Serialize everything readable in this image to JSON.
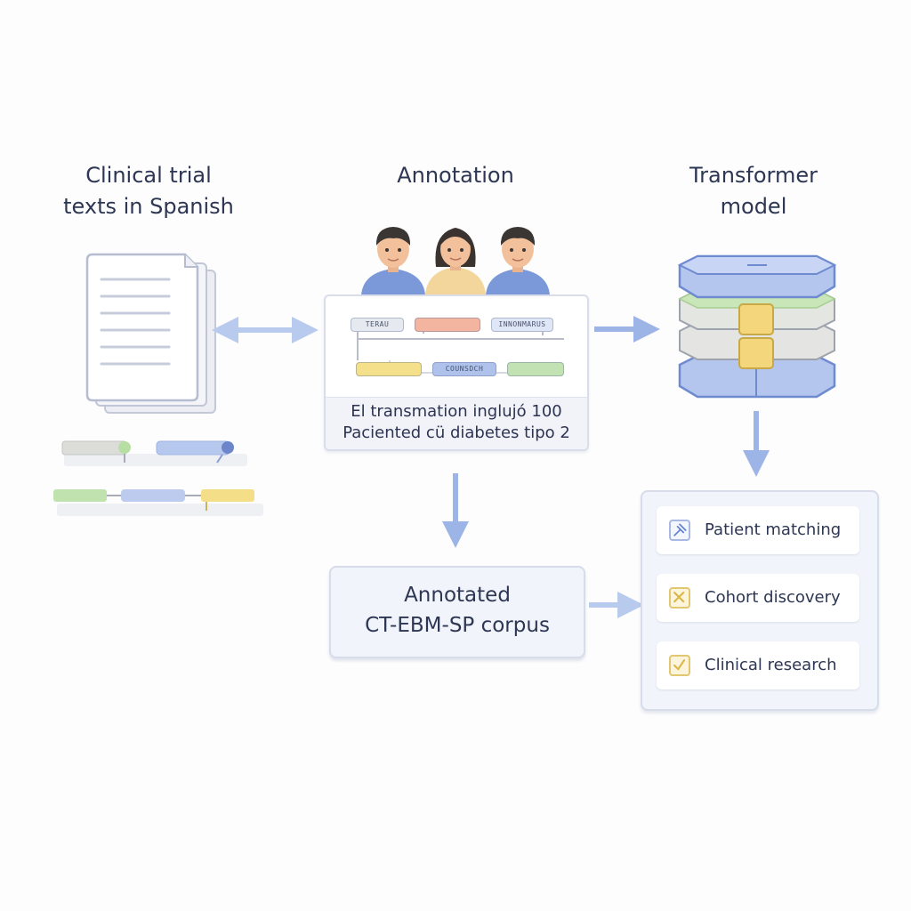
{
  "columns": {
    "source": {
      "title_line1": "Clinical trial",
      "title_line2": "texts in Spanish"
    },
    "annotation": {
      "title": "Annotation"
    },
    "model": {
      "title_line1": "Transformer",
      "title_line2": "model"
    }
  },
  "annotation_box": {
    "tags": [
      "TERAU",
      "",
      "INNONMARUS",
      "",
      "COUNSDCH",
      ""
    ],
    "sentence_line1": "El transmation inglujó 100",
    "sentence_line2": "Paciented cü diabetes tipo 2"
  },
  "corpus": {
    "title_line1": "Annotated",
    "title_line2": "CT-EBM-SP corpus"
  },
  "applications": [
    {
      "label": "Patient matching",
      "icon": "pin-icon"
    },
    {
      "label": "Cohort discovery",
      "icon": "cross-check-icon"
    },
    {
      "label": "Clinical research",
      "icon": "check-icon"
    }
  ],
  "colors": {
    "blue": "#aec2ec",
    "green": "#c3e2b3",
    "yellow": "#f4df8a",
    "salmon": "#f3b4a0",
    "gray": "#dcddd9",
    "arrow": "#9db5e6",
    "text": "#2d3653"
  }
}
